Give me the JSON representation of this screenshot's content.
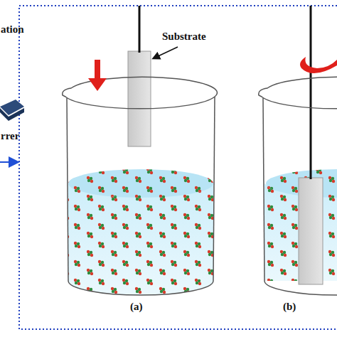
{
  "diagram": {
    "labels": [
      "ation",
      "Substrate",
      "rrer",
      "(a)",
      "(b)"
    ]
  }
}
